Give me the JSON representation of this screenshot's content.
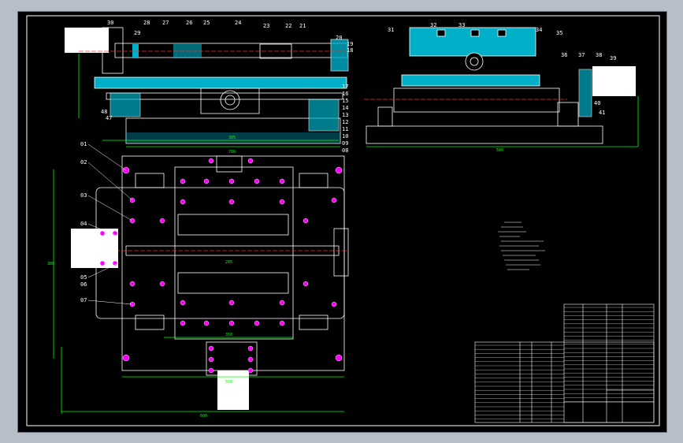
{
  "drawing": {
    "front_view_callouts": [
      "30",
      "29",
      "28",
      "27",
      "26",
      "25",
      "24",
      "23",
      "22",
      "21",
      "20",
      "19",
      "18",
      "17",
      "16",
      "15",
      "14",
      "13",
      "12",
      "11",
      "10",
      "09",
      "08"
    ],
    "front_view_left_callouts": [
      "48",
      "47"
    ],
    "side_view_callouts": [
      "31",
      "32",
      "33",
      "34",
      "35",
      "36",
      "37",
      "38",
      "39",
      "40",
      "41"
    ],
    "plan_view_callouts": [
      "01",
      "02",
      "03",
      "04",
      "05",
      "06",
      "07"
    ],
    "dimensions": {
      "front_overall": "780",
      "front_width": "385",
      "plan_center": "285",
      "plan_lower": "350",
      "plan_base": "550",
      "plan_bottom": "600",
      "plan_side_height": "380",
      "side_overall": "580"
    }
  },
  "colors": {
    "line": "#ffffff",
    "hatch": "#00b0c8",
    "dimension": "#00ff00",
    "center": "#ff2b2b",
    "part": "#ff00ff",
    "accent": "#ffd800",
    "paper": "#000000"
  }
}
